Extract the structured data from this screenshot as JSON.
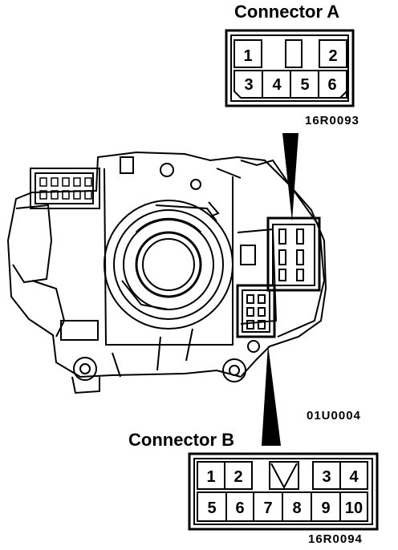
{
  "connector_a": {
    "title": "Connector A",
    "code": "16R0093",
    "top_pins": [
      "1",
      "2"
    ],
    "bottom_pins": [
      "3",
      "4",
      "5",
      "6"
    ]
  },
  "connector_b": {
    "title": "Connector B",
    "code": "16R0094",
    "top_pins": [
      "1",
      "2",
      "3",
      "4"
    ],
    "bottom_pins": [
      "5",
      "6",
      "7",
      "8",
      "9",
      "10"
    ]
  },
  "assembly_code": "01U0004"
}
